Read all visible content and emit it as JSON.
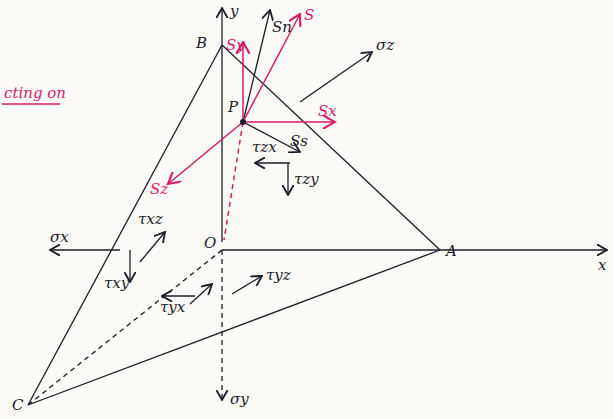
{
  "diagram": {
    "labels": [
      "cting on",
      "y",
      "B",
      "Sy",
      "Sn",
      "S",
      "σz",
      "P",
      "Sx",
      "Sz",
      "Ss",
      "τzx",
      "τzy",
      "σx",
      "τxz",
      "τxy",
      "O",
      "A",
      "x",
      "τyx",
      "τyz",
      "C",
      "σy"
    ]
  }
}
